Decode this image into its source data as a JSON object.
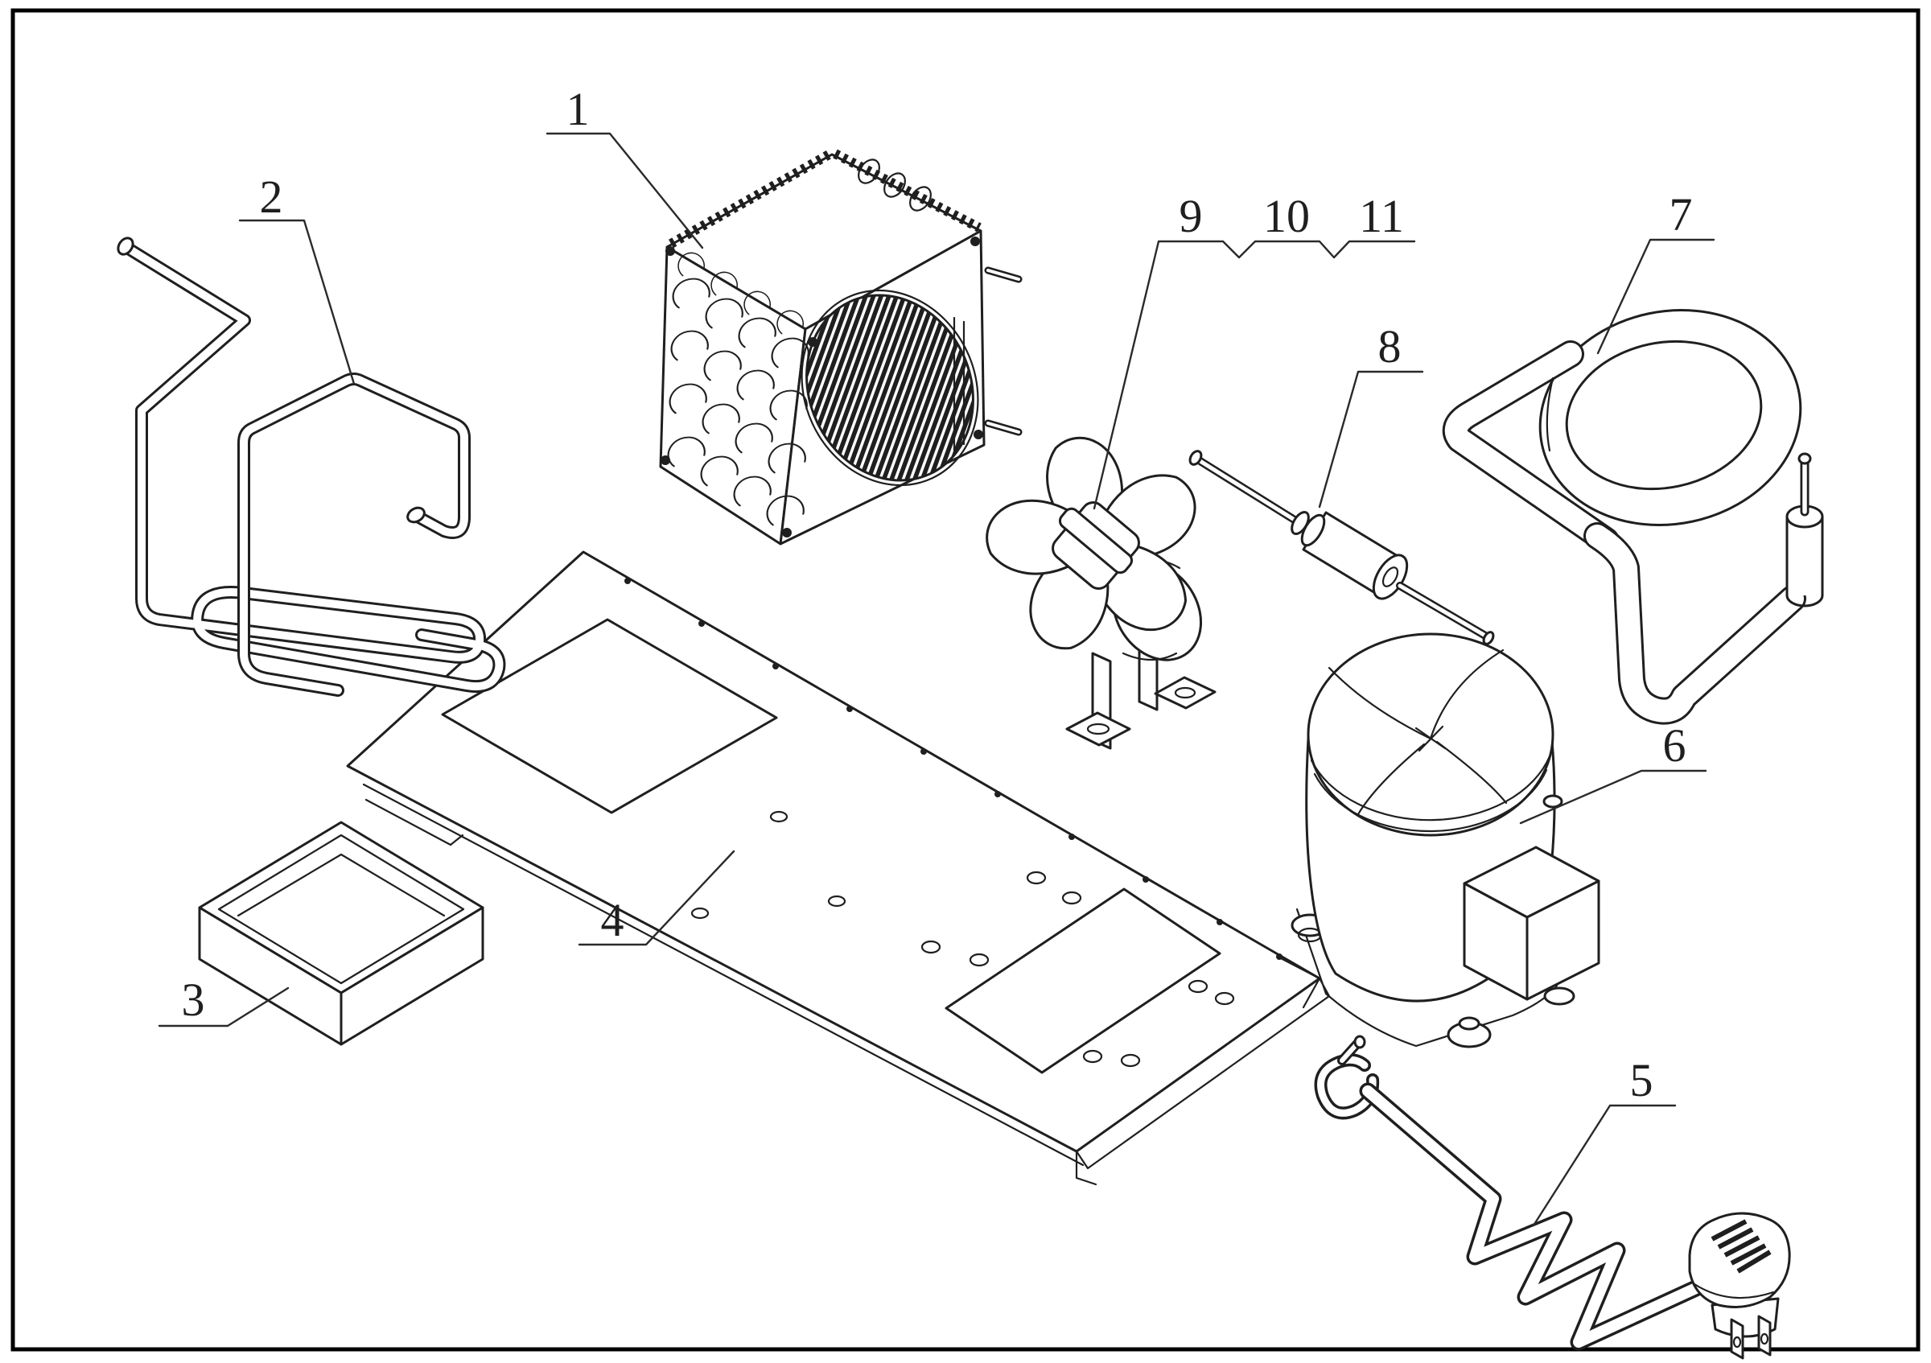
{
  "drawing": {
    "figure_type": "exploded parts diagram (refrigeration condensing unit)",
    "background": "#ffffff",
    "line_color": "#1f1f1f",
    "border_color": "#000000"
  },
  "callouts": [
    {
      "number": "1",
      "part": "condenser-coil-unit"
    },
    {
      "number": "2",
      "part": "wire-condenser-tube"
    },
    {
      "number": "3",
      "part": "drip-tray"
    },
    {
      "number": "4",
      "part": "base-plate"
    },
    {
      "number": "5",
      "part": "power-cord-with-plug"
    },
    {
      "number": "6",
      "part": "compressor"
    },
    {
      "number": "7",
      "part": "suction-line-loop"
    },
    {
      "number": "8",
      "part": "filter-drier"
    },
    {
      "number": "9",
      "part": "fan-blade"
    },
    {
      "number": "10",
      "part": "fan-motor"
    },
    {
      "number": "11",
      "part": "motor-bracket"
    }
  ]
}
